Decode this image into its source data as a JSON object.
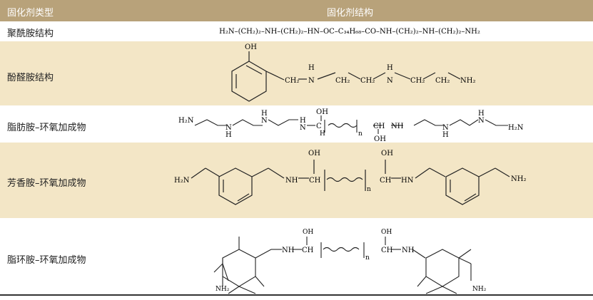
{
  "header": {
    "col1": "固化剂类型",
    "col2": "固化剂结构"
  },
  "rows": [
    {
      "label": "聚酰胺结构",
      "formula": "H₂N–(CH₂)₂–NH–(CH₂)₂–HN–OC–C₃₄H₆₈–CO–NH–(CH₂)₂–NH–(CH₂)₂–NH₂"
    },
    {
      "label": "酚醛胺结构",
      "atoms": {
        "oh": "OH",
        "ch2_a": "CH₂",
        "n1": "N",
        "h1": "H",
        "ch2_b": "CH₂",
        "ch2_c": "CH₂",
        "n2": "N",
        "h2": "H",
        "ch2_d": "CH₂",
        "ch2_e": "CH₂",
        "nh2": "NH₂"
      }
    },
    {
      "label": "脂肪胺–环氧加成物",
      "atoms": {
        "h2n": "H₂N",
        "n_a": "N",
        "h_a": "H",
        "n_b": "N",
        "h_b": "H",
        "n_c": "N",
        "h_c": "H",
        "oh_top": "OH",
        "c1": "C",
        "h_c1": "H",
        "n": "n",
        "ch": "CH",
        "nh": "NH",
        "oh_bot": "OH",
        "n_d": "N",
        "h_d": "H",
        "n_e": "N",
        "h_e": "H",
        "h2n_end": "H₂N"
      }
    },
    {
      "label": "芳香胺–环氧加成物",
      "atoms": {
        "h2n": "H₂N",
        "nh": "NH",
        "oh1": "OH",
        "ch1": "CH",
        "n": "n",
        "oh2": "OH",
        "ch2": "CH",
        "hn": "HN",
        "nh2": "NH₂"
      }
    },
    {
      "label": "脂环胺–环氧加成物",
      "atoms": {
        "nh_l": "NH",
        "oh1": "OH",
        "ch1": "CH",
        "n": "n",
        "oh2": "OH",
        "ch2": "CH",
        "nh_r": "NH",
        "nh2_l": "NH₂",
        "nh2_r": "NH₂"
      }
    }
  ]
}
